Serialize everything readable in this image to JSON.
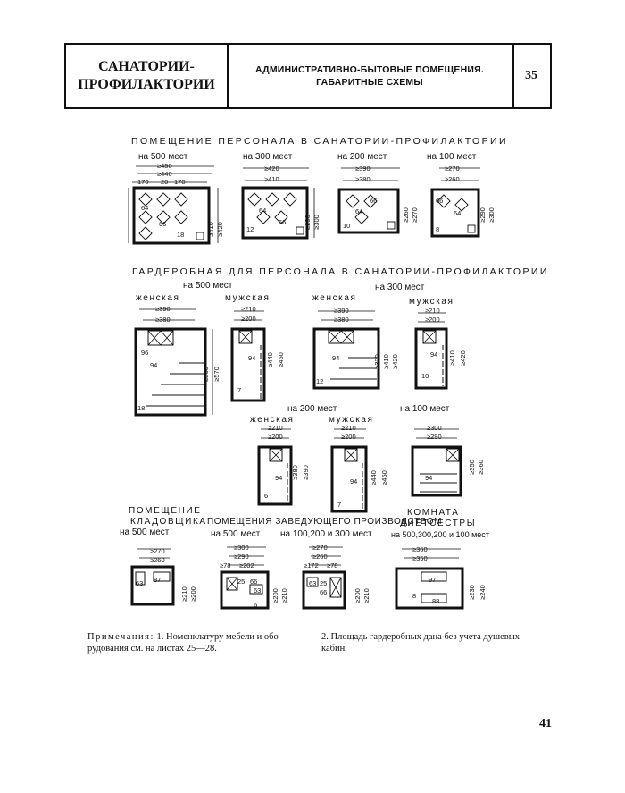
{
  "header": {
    "section": "САНАТОРИИ-ПРОФИЛАКТОРИИ",
    "section_l1": "САНАТОРИИ-",
    "section_l2": "ПРОФИЛАКТОРИИ",
    "title_l1": "АДМИНИСТРАТИВНО-БЫТОВЫЕ ПОМЕЩЕНИЯ.",
    "title_l2": "ГАБАРИТНЫЕ СХЕМЫ",
    "sheet": "35"
  },
  "staff": {
    "title": "ПОМЕЩЕНИЕ ПЕРСОНАЛА В САНАТОРИИ-ПРОФИЛАКТОРИИ",
    "v500": {
      "label": "на 500 мест",
      "w1": "≥450",
      "w2": "≥440",
      "d1": "170",
      "d2": "20",
      "d3": "170",
      "h1": "≥410",
      "h2": "≥420",
      "n1": "64",
      "n2": "66",
      "n3": "18"
    },
    "v300": {
      "label": "на 300 мест",
      "w1": "≥420",
      "w2": "≥410",
      "h1": "≥290",
      "h2": "≥300",
      "n1": "64",
      "n2": "66",
      "n3": "12"
    },
    "v200": {
      "label": "на 200 мест",
      "w1": "≥390",
      "w2": "≥380",
      "h1": "≥260",
      "h2": "≥270",
      "n1": "64",
      "n2": "66",
      "n3": "10"
    },
    "v100": {
      "label": "на 100 мест",
      "w1": "≥270",
      "w2": "≥260",
      "h1": "≥290",
      "h2": "≥300",
      "n1": "66",
      "n2": "64",
      "n3": "8"
    }
  },
  "wardrobe": {
    "title": "ГАРДЕРОБНАЯ ДЛЯ ПЕРСОНАЛА В САНАТОРИИ-ПРОФИЛАКТОРИИ",
    "g500": "на 500 мест",
    "g300": "на 300 мест",
    "g200": "на 200 мест",
    "g100": "на 100 мест",
    "female": "женская",
    "male": "мужская",
    "f500": {
      "w1": "≥390",
      "w2": "≥380",
      "h1": "≥560",
      "h2": "≥570",
      "n1": "96",
      "n2": "94",
      "n3": "18"
    },
    "m500": {
      "w1": "≥210",
      "w2": "≥200",
      "h1": "≥440",
      "h2": "≥450",
      "n1": "94",
      "n2": "7"
    },
    "f300": {
      "w1": "≥390",
      "w2": "≥380",
      "h1": "≥320",
      "h2": "≥410",
      "h3": "≥420",
      "n1": "94",
      "n2": "12"
    },
    "m300": {
      "w1": "≥210",
      "w2": "≥200",
      "h1": "≥410",
      "h2": "≥420",
      "n1": "94",
      "n2": "10"
    },
    "f200": {
      "w1": "≥210",
      "w2": "≥200",
      "h1": "≥380",
      "h2": "≥390",
      "n1": "94",
      "n2": "6"
    },
    "m200": {
      "w1": "≥210",
      "w2": "≥200",
      "h1": "≥440",
      "h2": "≥450",
      "n1": "94",
      "n2": "7"
    },
    "g100v": {
      "w1": "≥300",
      "w2": "≥290",
      "h1": "≥350",
      "h2": "≥360",
      "n1": "94"
    }
  },
  "storekeeper": {
    "title_l1": "ПОМЕЩЕНИЕ",
    "title_l2": "КЛАДОВЩИКА",
    "title_l3": "на 500 мест",
    "w1": "≥270",
    "w2": "≥260",
    "h1": "≥210",
    "h2": "≥200",
    "n1": "63",
    "n2": "87"
  },
  "manager": {
    "title": "ПОМЕЩЕНИЯ ЗАВЕДУЮЩЕГО ПРОИЗВОДСТВОМ",
    "sub1": "на 500 мест",
    "sub2": "на 100,200 и 300 мест",
    "a": {
      "w1": "≥300",
      "w2": "≥290",
      "d": "≥78",
      "d2": "≥202",
      "h1": "≥200",
      "h2": "≥210",
      "n1": "25",
      "n2": "66",
      "n3": "63",
      "n4": "6"
    },
    "b": {
      "w1": "≥270",
      "w2": "≥260",
      "d": "≥172",
      "d2": "≥78",
      "h1": "≥200",
      "h2": "≥210",
      "n1": "63",
      "n2": "25",
      "n3": "66"
    }
  },
  "dietnurse": {
    "title_l1": "КОМНАТА",
    "title_l2": "ДИЕТСЕСТРЫ",
    "sub": "на 500,300,200 и 100 мест",
    "w1": "≥360",
    "w2": "≥350",
    "h1": "≥230",
    "h2": "≥240",
    "n1": "97",
    "n2": "88",
    "n3": "8"
  },
  "notes": {
    "label": "Примечания:",
    "n1a": "1. Номенклатуру мебели и обо-",
    "n1b": "рудования см. на листах 25—28.",
    "n2a": "2. Площадь гардеробных дана без учета душевых",
    "n2b": "кабин."
  },
  "page_number": "41"
}
